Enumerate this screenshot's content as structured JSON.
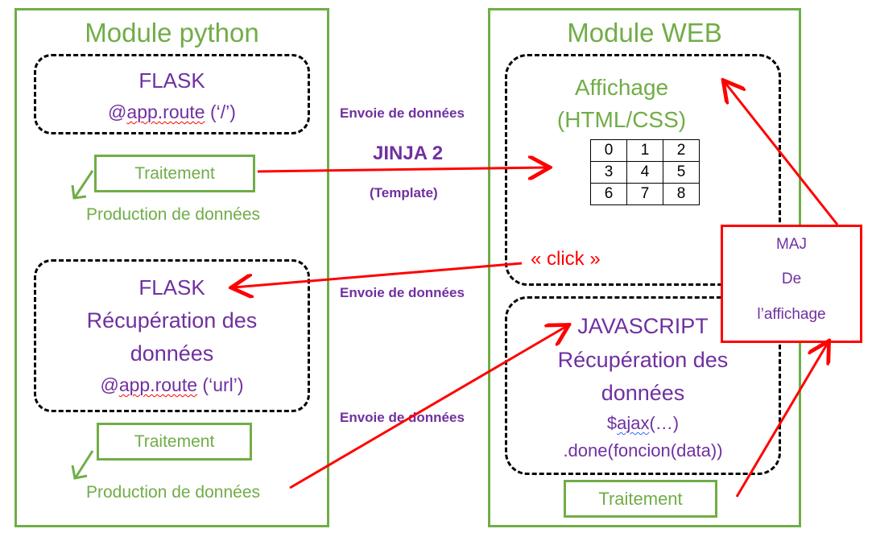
{
  "left_module": {
    "title": "Module python",
    "flask1": {
      "title": "FLASK",
      "route_prefix": "@",
      "route_word": "app.route",
      "route_suffix": " (‘/’)"
    },
    "traitement1": "Traitement",
    "production1": "Production de données",
    "flask2": {
      "title": "FLASK",
      "line2": "Récupération des",
      "line3": "données",
      "route_prefix": "@",
      "route_word": "app.route",
      "route_suffix": " (‘url’)"
    },
    "traitement2": "Traitement",
    "production2": "Production de données"
  },
  "middle": {
    "envoie1": "Envoie de données",
    "jinja": "JINJA 2",
    "template": "(Template)",
    "envoie2": "Envoie de données",
    "envoie3": "Envoie de données",
    "click": "« click »"
  },
  "right_module": {
    "title": "Module WEB",
    "affichage": {
      "line1": "Affichage",
      "line2": "(HTML/CSS)"
    },
    "grid": [
      [
        "0",
        "1",
        "2"
      ],
      [
        "3",
        "4",
        "5"
      ],
      [
        "6",
        "7",
        "8"
      ]
    ],
    "javascript": {
      "title": "JAVASCRIPT",
      "line2": "Récupération des",
      "line3": "données",
      "ajax_prefix": "$",
      "ajax_word": "ajax",
      "ajax_suffix": "(…)",
      "done": ".done(foncion(data))"
    },
    "traitement": "Traitement"
  },
  "maj_box": {
    "line1": "MAJ",
    "line2": "De",
    "line3": "l’affichage"
  },
  "colors": {
    "green": "#70ad47",
    "purple": "#7030a0",
    "red": "#ff0000"
  }
}
